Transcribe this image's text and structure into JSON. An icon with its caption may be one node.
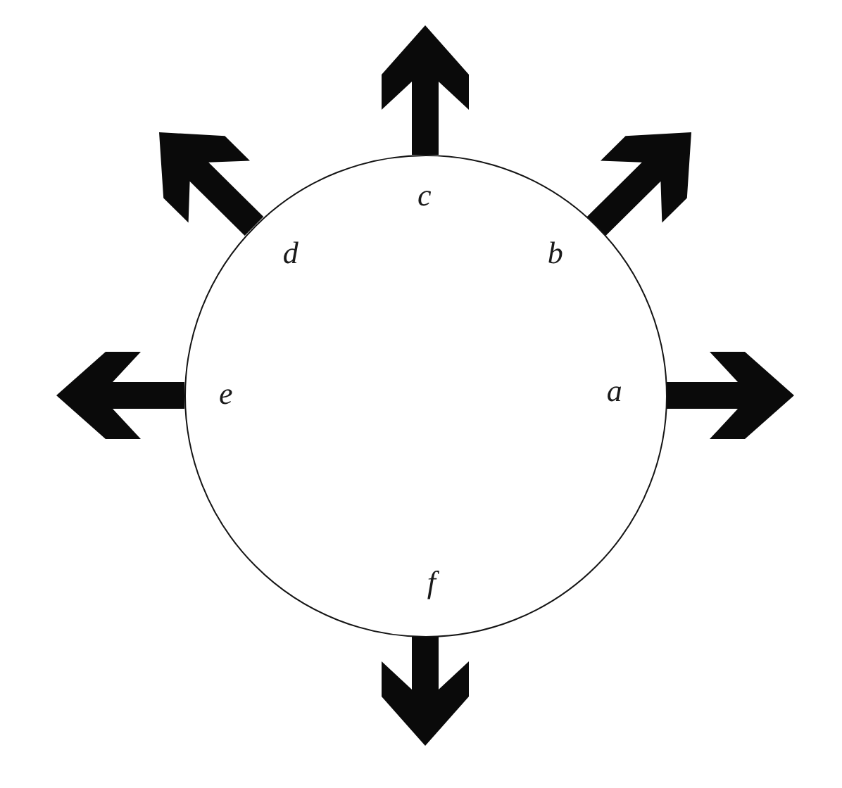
{
  "diagram": {
    "nodes": [
      {
        "text": [
          "c",
          "d",
          "b",
          "e",
          "a",
          "f"
        ]
      }
    ]
  }
}
